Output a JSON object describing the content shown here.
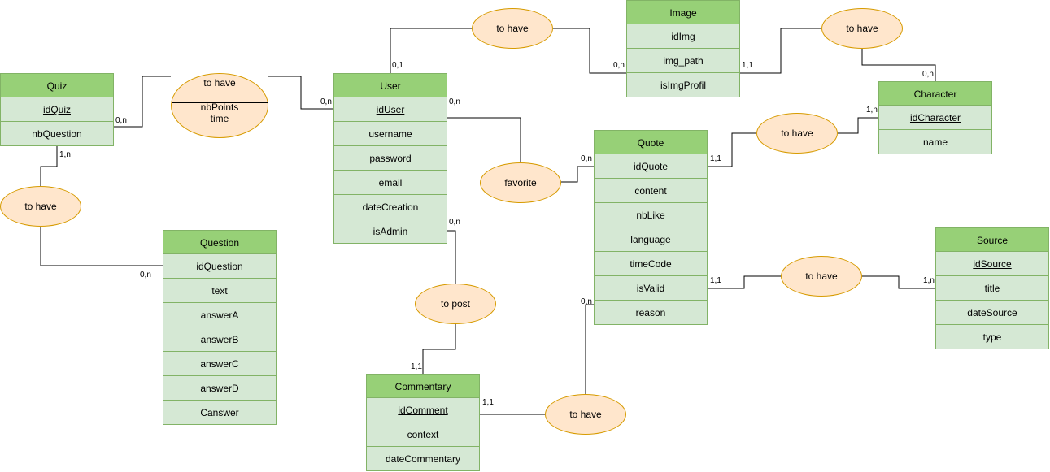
{
  "entities": {
    "quiz": {
      "title": "Quiz",
      "fields": [
        "idQuiz",
        "nbQuestion"
      ]
    },
    "user": {
      "title": "User",
      "fields": [
        "idUser",
        "username",
        "password",
        "email",
        "dateCreation",
        "isAdmin"
      ]
    },
    "image": {
      "title": "Image",
      "fields": [
        "idImg",
        "img_path",
        "isImgProfil"
      ]
    },
    "character": {
      "title": "Character",
      "fields": [
        "idCharacter",
        "name"
      ]
    },
    "quote": {
      "title": "Quote",
      "fields": [
        "idQuote",
        "content",
        "nbLike",
        "language",
        "timeCode",
        "isValid",
        "reason"
      ]
    },
    "question": {
      "title": "Question",
      "fields": [
        "idQuestion",
        "text",
        "answerA",
        "answerB",
        "answerC",
        "answerD",
        "Canswer"
      ]
    },
    "source": {
      "title": "Source",
      "fields": [
        "idSource",
        "title",
        "dateSource",
        "type"
      ]
    },
    "commentary": {
      "title": "Commentary",
      "fields": [
        "idComment",
        "context",
        "dateCommentary"
      ]
    }
  },
  "relations": {
    "quiz_user": {
      "label": "to have",
      "attr1": "nbPoints",
      "attr2": "time"
    },
    "user_image": {
      "label": "to have"
    },
    "image_character": {
      "label": "to have"
    },
    "quiz_question": {
      "label": "to have"
    },
    "favorite": {
      "label": "favorite"
    },
    "quote_character": {
      "label": "to have"
    },
    "quote_source": {
      "label": "to have"
    },
    "to_post": {
      "label": "to post"
    },
    "comment_quote": {
      "label": "to have"
    }
  },
  "cardinalities": {
    "quiz_quizuser": "0,n",
    "user_quizuser": "0,n",
    "user_userimage": "0,1",
    "image_userimage": "0,n",
    "image_imgchar": "1,1",
    "char_imgchar": "0,n",
    "char_quotechar": "1,n",
    "quote_quotechar": "1,1",
    "user_favorite": "0,n",
    "quote_favorite": "0,n",
    "quiz_quizquestion": "1,n",
    "question_quizquestion": "0,n",
    "user_topost": "0,n",
    "comment_topost": "1,1",
    "comment_commentquote": "1,1",
    "quote_commentquote": "0,n",
    "quote_quotesource": "1,1",
    "source_quotesource": "1,n"
  }
}
